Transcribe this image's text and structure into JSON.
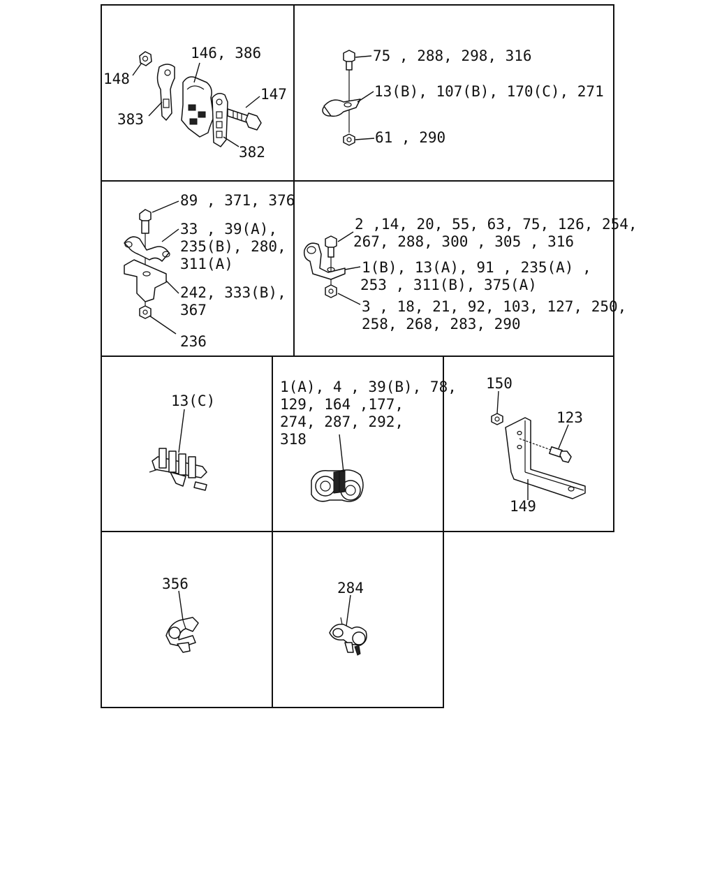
{
  "diagram": {
    "panel1": {
      "labels": [
        "148",
        "146, 386",
        "147",
        "383",
        "382"
      ]
    },
    "panel2": {
      "labels": [
        "75 , 288, 298, 316",
        "13(B), 107(B), 170(C), 271",
        "61 , 290"
      ]
    },
    "panel3": {
      "labels": [
        "89 , 371, 376",
        "33 , 39(A),",
        "235(B), 280,",
        "311(A)",
        "242, 333(B),",
        "367",
        "236"
      ]
    },
    "panel4": {
      "labels": [
        "2 ,14, 20, 55, 63, 75, 126, 254,",
        "267, 288, 300 , 305 , 316",
        "1(B), 13(A), 91 , 235(A) ,",
        "253 , 311(B), 375(A)",
        "3 , 18, 21, 92, 103, 127, 250,",
        "258, 268, 283, 290"
      ]
    },
    "panel5": {
      "labels": [
        "13(C)"
      ]
    },
    "panel6": {
      "labels": [
        "1(A), 4 , 39(B), 78,",
        "129, 164 ,177,",
        "274, 287, 292,",
        "318"
      ]
    },
    "panel7": {
      "labels": [
        "150",
        "123",
        "149"
      ]
    },
    "panel8": {
      "labels": [
        "356"
      ]
    },
    "panel9": {
      "labels": [
        "284"
      ]
    }
  }
}
